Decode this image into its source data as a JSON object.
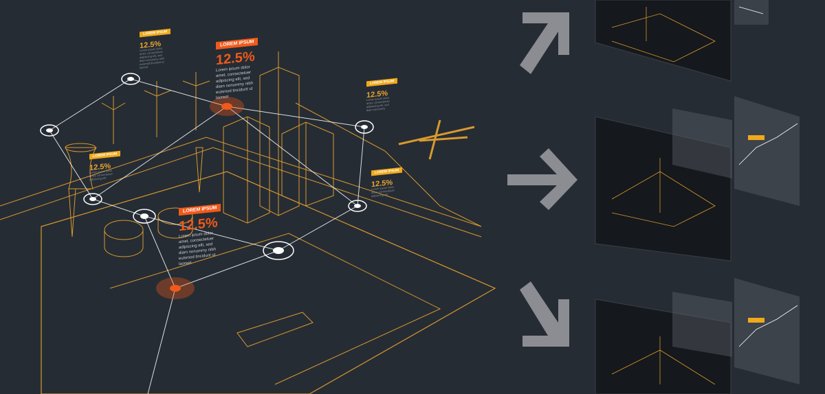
{
  "colors": {
    "background": "#262c34",
    "line": "#d89a2e",
    "accent": "#f05a1a",
    "highlight": "#f0a91c",
    "arrow": "#8c8d92",
    "node": "#ffffff"
  },
  "callouts": [
    {
      "id": "c1",
      "label": "LOREM IPSUM",
      "value": "12.5%",
      "text": "Lorem ipsum dolor amet, consectetuer adipiscing elit, sed diam nonummy nibh euismod tincidunt ut laoreet",
      "style": "small"
    },
    {
      "id": "c2",
      "label": "LOREM IPSUM",
      "value": "12.5%",
      "text": "Lorem ipsum dolor amet, consectetuer adipiscing elit, sed diam nonummy nibh euismod tincidunt ut laoreet",
      "style": "big"
    },
    {
      "id": "c3",
      "label": "LOREM IPSUM",
      "value": "12.5%",
      "text": "Lorem ipsum dolor amet, consectetuer adipiscing elit, sed diam nonummy",
      "style": "small"
    },
    {
      "id": "c4",
      "label": "LOREM IPSUM",
      "value": "12.5%",
      "text": "Lorem ipsum dolor amet, consectetuer adipiscing elit",
      "style": "small"
    },
    {
      "id": "c5",
      "label": "LOREM IPSUM",
      "value": "12.5%",
      "text": "Lorem ipsum dolor amet, consectetuer adipiscing elit",
      "style": "small"
    },
    {
      "id": "c6",
      "label": "LOREM IPSUM",
      "value": "12.5%",
      "text": "Lorem ipsum dolor amet, consectetuer adipiscing elit, sed diam nonummy nibh euismod tincidunt ut laoreet",
      "style": "big"
    }
  ],
  "arrows": [
    "arrow-up-right",
    "arrow-right",
    "arrow-down-right"
  ]
}
